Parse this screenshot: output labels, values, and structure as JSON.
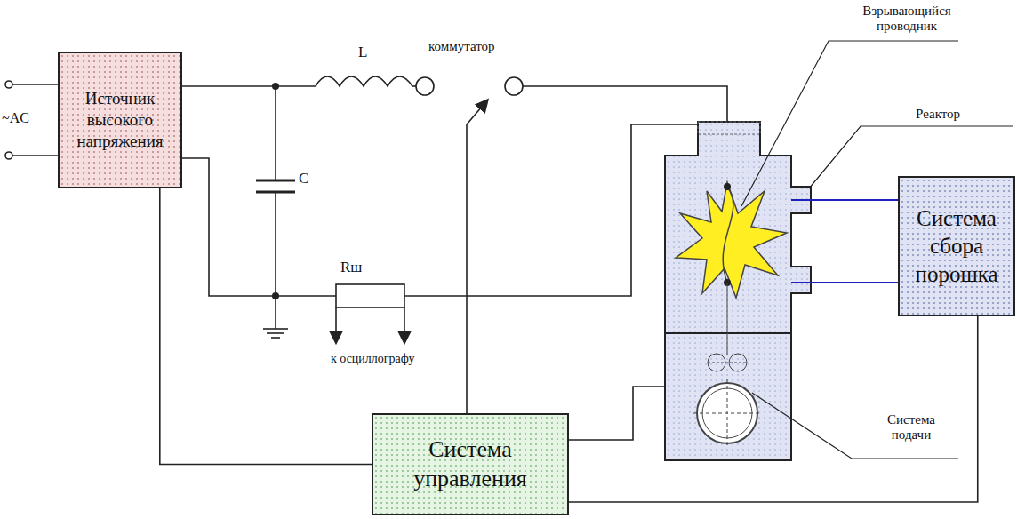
{
  "diagram": {
    "nodes": [
      {
        "text": [
          "Источник высокого напряжения"
        ]
      },
      {
        "text": [
          "Система управления"
        ]
      },
      {
        "text": [
          "Система сбора порошка"
        ]
      }
    ],
    "edges": [
      {
        "from": 0,
        "to": 1,
        "arrow": "none"
      },
      {
        "from": 1,
        "to": 2,
        "arrow": "none"
      }
    ],
    "labels": [
      "~AC",
      "L",
      "коммутатор",
      "C",
      "Rш",
      "к осциллографу",
      "Взрывающийся проводник",
      "Реактор",
      "Система подачи"
    ]
  }
}
